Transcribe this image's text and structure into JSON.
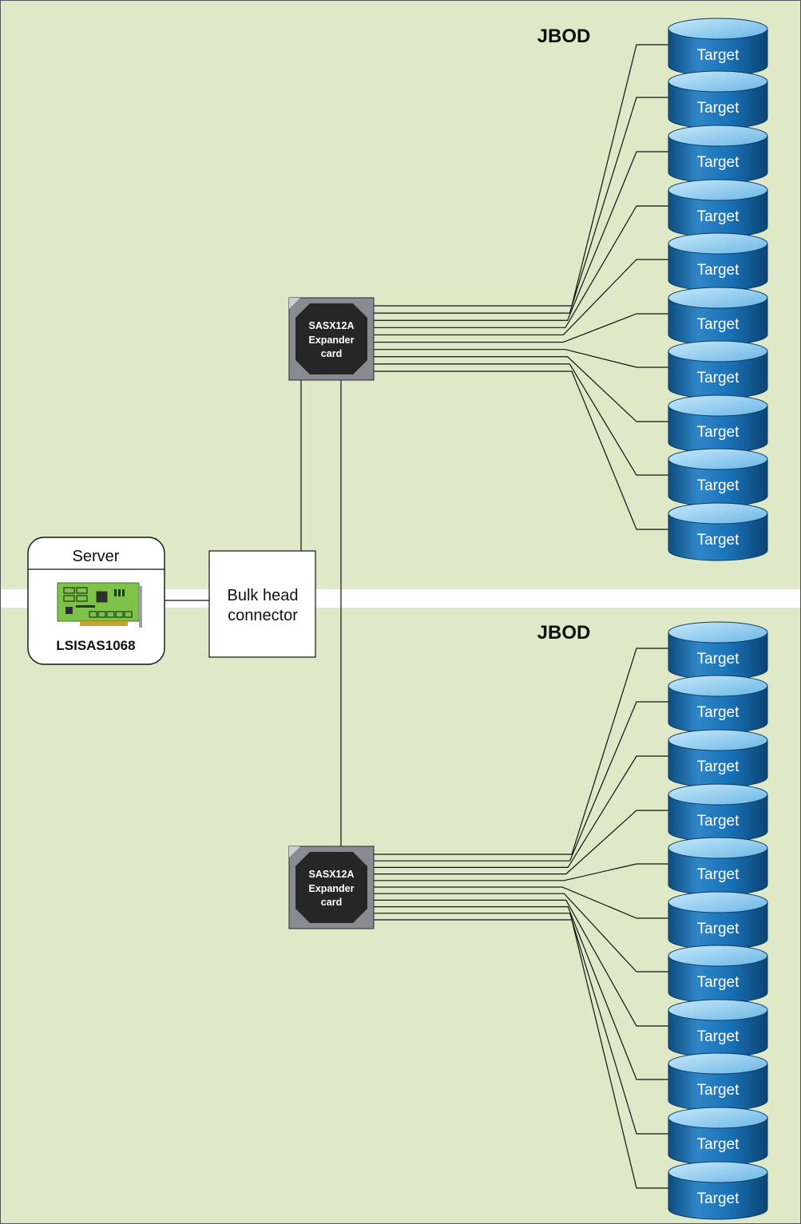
{
  "upper_jbod": {
    "title": "JBOD",
    "expander": {
      "line1": "SASX12A",
      "line2": "Expander",
      "line3": "card"
    },
    "targets": [
      "Target",
      "Target",
      "Target",
      "Target",
      "Target",
      "Target",
      "Target",
      "Target",
      "Target",
      "Target"
    ]
  },
  "lower_jbod": {
    "title": "JBOD",
    "expander": {
      "line1": "SASX12A",
      "line2": "Expander",
      "line3": "card"
    },
    "targets": [
      "Target",
      "Target",
      "Target",
      "Target",
      "Target",
      "Target",
      "Target",
      "Target",
      "Target",
      "Target",
      "Target"
    ]
  },
  "server": {
    "label": "Server",
    "card_label": "LSISAS1068"
  },
  "connector": {
    "line1": "Bulk head",
    "line2": "connector"
  },
  "colors": {
    "panel_background": "#dfe9c8",
    "divider": "#ffffff",
    "disk_fill": "#1a73b8",
    "disk_top": "#9ed3f2",
    "chip_body": "#262626",
    "chip_frame": "#8a8a93",
    "card_green": "#7ec24a"
  },
  "icons": [
    "disk-icon",
    "expander-chip-icon",
    "hba-card-icon"
  ]
}
